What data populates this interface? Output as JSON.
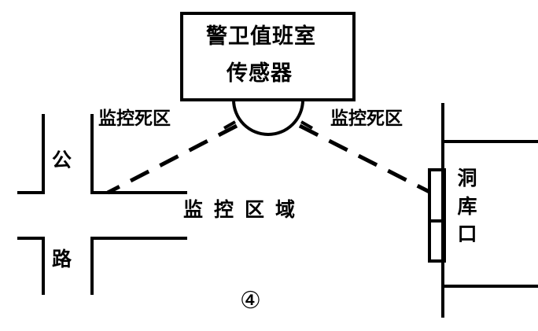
{
  "diagram": {
    "figure_number": "④",
    "sensor_room": {
      "title": "警卫值班室",
      "subtitle": "传感器"
    },
    "labels": {
      "blind_zone_left": "监控死区",
      "blind_zone_right": "监控死区",
      "monitoring_area": "监控区域",
      "road_char_1": "公",
      "road_char_2": "路",
      "depot_entrance": "洞库口"
    },
    "colors": {
      "ink": "#000000",
      "background": "#ffffff"
    }
  }
}
